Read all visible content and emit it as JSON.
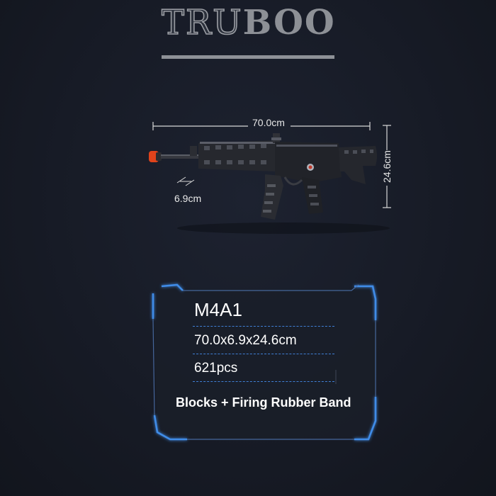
{
  "brand": {
    "light": "TRU",
    "bold": "BOO"
  },
  "dimensions": {
    "width_label": "70.0cm",
    "height_label": "24.6cm",
    "thickness_label": "6.9cm"
  },
  "specs": {
    "model": "M4A1",
    "size": "70.0x6.9x24.6cm",
    "pieces": "621pcs",
    "feature": "Blocks + Firing Rubber Band"
  },
  "colors": {
    "background": "#171b26",
    "frame_accent": "#3f8ce8",
    "brand_gray": "#8e9197"
  },
  "icons": {
    "product": "toy-rifle-icon",
    "frame": "tech-frame-icon"
  }
}
